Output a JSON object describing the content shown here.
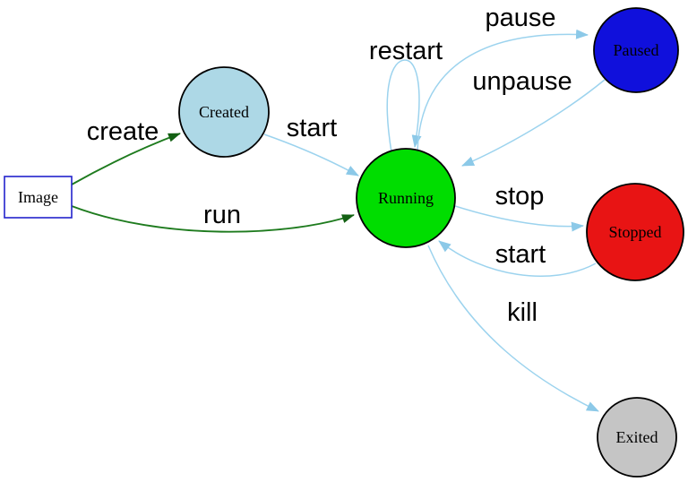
{
  "diagram": {
    "type": "state-diagram",
    "colors": {
      "background": "#ffffff",
      "blue_edge": "#9cd3ee",
      "blue_arrow": "#8cc9e8",
      "green_edge": "#1e7b1e",
      "green_arrow": "#136013",
      "node_border": "#000000",
      "label_color": "#000000"
    },
    "nodes": [
      {
        "id": "image",
        "label": "Image",
        "shape": "rectangle",
        "fill": "#ffffff",
        "border": "#2323cc"
      },
      {
        "id": "created",
        "label": "Created",
        "shape": "circle",
        "fill": "#add8e6"
      },
      {
        "id": "running",
        "label": "Running",
        "shape": "circle",
        "fill": "#00dd00"
      },
      {
        "id": "paused",
        "label": "Paused",
        "shape": "circle",
        "fill": "#1010dc"
      },
      {
        "id": "stopped",
        "label": "Stopped",
        "shape": "circle",
        "fill": "#e81414"
      },
      {
        "id": "exited",
        "label": "Exited",
        "shape": "circle",
        "fill": "#c5c5c5"
      }
    ],
    "edges": [
      {
        "label": "create",
        "from": "image",
        "to": "created",
        "color": "green"
      },
      {
        "label": "run",
        "from": "image",
        "to": "running",
        "color": "green"
      },
      {
        "label": "start",
        "from": "created",
        "to": "running",
        "color": "blue"
      },
      {
        "label": "restart",
        "from": "running",
        "to": "running",
        "color": "blue"
      },
      {
        "label": "pause",
        "from": "running",
        "to": "paused",
        "color": "blue"
      },
      {
        "label": "unpause",
        "from": "paused",
        "to": "running",
        "color": "blue"
      },
      {
        "label": "stop",
        "from": "running",
        "to": "stopped",
        "color": "blue"
      },
      {
        "label": "start",
        "from": "stopped",
        "to": "running",
        "color": "blue"
      },
      {
        "label": "kill",
        "from": "running",
        "to": "exited",
        "color": "blue"
      }
    ]
  }
}
